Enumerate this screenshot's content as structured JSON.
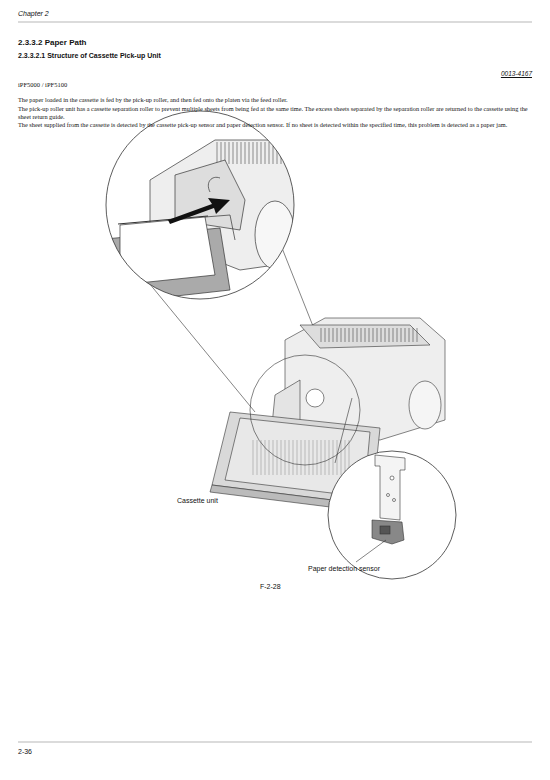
{
  "diagram": {
    "title": "2.3.3.2 Paper Path",
    "caption": "F-2-28",
    "labels": [
      "Chapter 2",
      "2.3.3.2.1 Structure of Cassette Pick-up Unit",
      "0013-4167",
      "iPF5000 / iPF5100",
      "The paper loaded in the cassette is fed by the pick-up roller, and then fed onto the platen via the feed roller.",
      "The pick-up roller unit has a cassette separation roller to prevent multiple sheets from being fed at the same time. The excess sheets separated by the separation roller are returned to the cassette using the sheet return guide.",
      "The sheet supplied from the cassette is detected by the cassette pick-up sensor and paper detection sensor. If no sheet is detected within the specified time, this problem is detected as a paper jam.",
      "Cassette unit",
      "Paper detection sensor",
      "2-36"
    ]
  }
}
